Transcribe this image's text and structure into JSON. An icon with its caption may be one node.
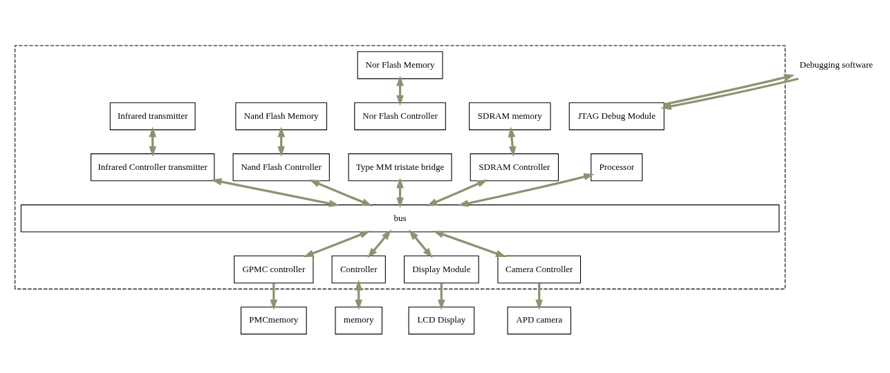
{
  "diagram": {
    "nodes": [
      {
        "text": [],
        "shape": "box"
      },
      {
        "text": [
          "Debugging software"
        ]
      },
      {
        "text": [
          "JTAG Debug Module"
        ],
        "in": 0
      },
      {
        "text": [
          "Processor"
        ],
        "in": 0
      },
      {
        "text": [
          "SDRAM memory"
        ],
        "in": 0
      },
      {
        "text": [
          "SDRAM Controller"
        ],
        "in": 0
      },
      {
        "text": [
          "Nor Flash Memory"
        ],
        "in": 0
      },
      {
        "text": [
          "Nor Flash Controller"
        ],
        "in": 0
      },
      {
        "text": [
          "Type MM tristate bridge"
        ],
        "in": 0
      },
      {
        "text": [
          "Nand Flash Memory"
        ],
        "in": 0
      },
      {
        "text": [
          "Nand Flash Controller"
        ],
        "in": 0
      },
      {
        "text": [
          "Infrared transmitter"
        ],
        "in": 0
      },
      {
        "text": [
          "Infrared Controller transmitter"
        ],
        "in": 0
      },
      {
        "text": [
          "bus"
        ],
        "in": 0
      },
      {
        "text": [
          "GPMC controller"
        ],
        "in": 0
      },
      {
        "text": [
          "Controller"
        ],
        "in": 0
      },
      {
        "text": [
          "Display Module"
        ],
        "in": 0
      },
      {
        "text": [
          "Camera Controller"
        ],
        "in": 0
      },
      {
        "text": [
          "PMCmemory"
        ]
      },
      {
        "text": [
          "memory"
        ]
      },
      {
        "text": [
          "LCD Display"
        ]
      },
      {
        "text": [
          "APD camera"
        ]
      }
    ],
    "edges": [
      {
        "from": 2,
        "to": 1,
        "arrow": "to"
      },
      {
        "from": 1,
        "to": 2,
        "arrow": "to"
      },
      {
        "from": 4,
        "to": 5,
        "arrow": "both"
      },
      {
        "from": 6,
        "to": 7,
        "arrow": "both"
      },
      {
        "from": 9,
        "to": 10,
        "arrow": "both"
      },
      {
        "from": 11,
        "to": 12,
        "arrow": "both"
      },
      {
        "from": 3,
        "to": 13,
        "arrow": "both"
      },
      {
        "from": 5,
        "to": 13,
        "arrow": "both"
      },
      {
        "from": 8,
        "to": 13,
        "arrow": "both"
      },
      {
        "from": 10,
        "to": 13,
        "arrow": "both"
      },
      {
        "from": 12,
        "to": 13,
        "arrow": "both"
      },
      {
        "from": 13,
        "to": 14,
        "arrow": "both"
      },
      {
        "from": 13,
        "to": 15,
        "arrow": "both"
      },
      {
        "from": 13,
        "to": 16,
        "arrow": "both"
      },
      {
        "from": 13,
        "to": 17,
        "arrow": "both"
      },
      {
        "from": 14,
        "to": 18,
        "arrow": "to"
      },
      {
        "from": 15,
        "to": 19,
        "arrow": "both"
      },
      {
        "from": 16,
        "to": 20,
        "arrow": "to"
      },
      {
        "from": 17,
        "to": 21,
        "arrow": "to"
      }
    ]
  }
}
